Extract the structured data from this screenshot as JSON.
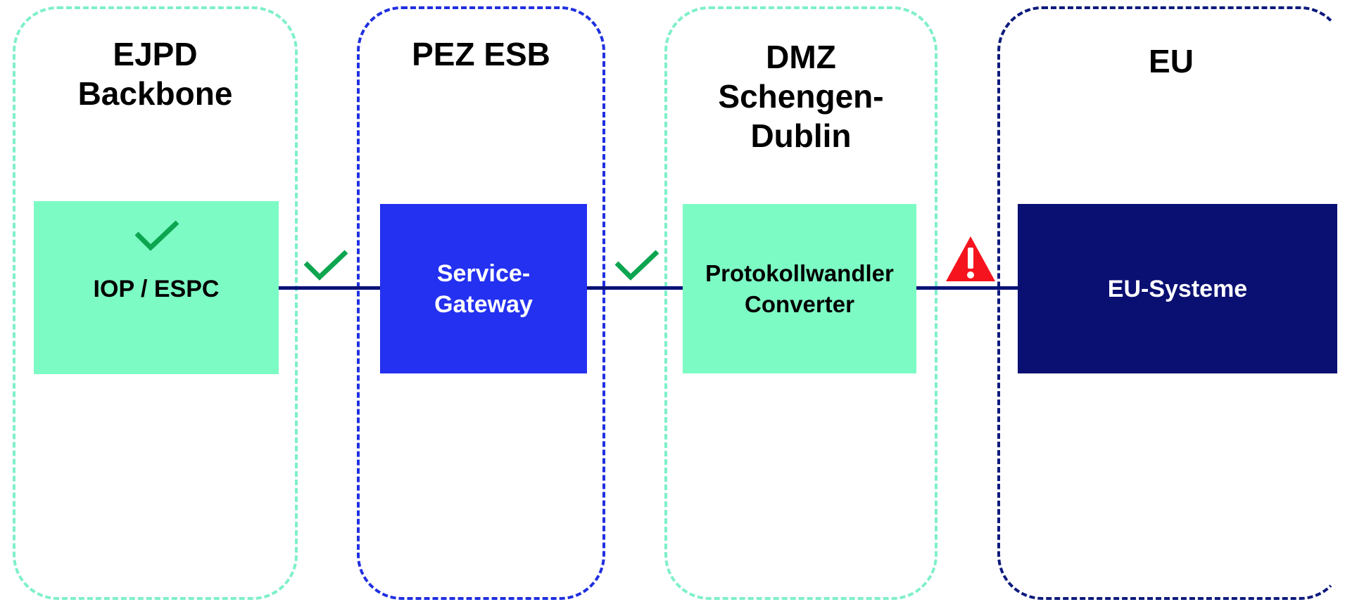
{
  "colors": {
    "mint": "#7dfbc4",
    "mint_border": "#7ff0c8",
    "blue": "#2431f0",
    "navy": "#0a0f72",
    "navy_border": "#0d1a7c",
    "check_green": "#0ca550",
    "warning_red": "#f5141e",
    "connector": "#0a1278"
  },
  "zones": [
    {
      "title": "EJPD\nBackbone",
      "style": "mint-dashed"
    },
    {
      "title": "PEZ ESB",
      "style": "blue-dashed"
    },
    {
      "title": "DMZ\nSchengen-\nDublin",
      "style": "mint-dashed"
    },
    {
      "title": "EU",
      "style": "navy-dashed"
    }
  ],
  "components": [
    {
      "label": "IOP / ESPC",
      "status": "ok"
    },
    {
      "label": "Service-\nGateway"
    },
    {
      "label": "Protokollwandler\nConverter"
    },
    {
      "label": "EU-Systeme"
    }
  ],
  "connections": [
    {
      "from": "IOP / ESPC",
      "to": "Service-Gateway",
      "status": "ok",
      "icon": "checkmark-icon"
    },
    {
      "from": "Service-Gateway",
      "to": "Protokollwandler Converter",
      "status": "ok",
      "icon": "checkmark-icon"
    },
    {
      "from": "Protokollwandler Converter",
      "to": "EU-Systeme",
      "status": "warning",
      "icon": "warning-triangle-icon"
    }
  ]
}
